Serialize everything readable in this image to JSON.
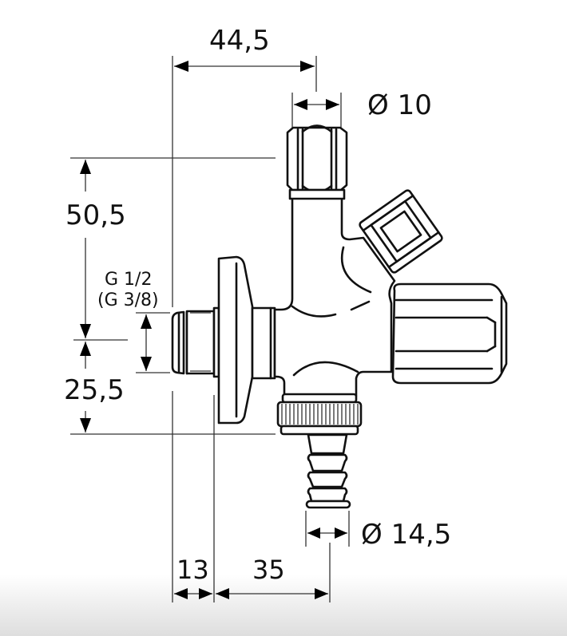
{
  "drawing": {
    "subject": "angle valve with two outlets and hose connector",
    "dimensions": {
      "overall_width_top": "44,5",
      "top_outlet_diameter": "Ø 10",
      "upper_height": "50,5",
      "lower_height": "25,5",
      "thread_label_primary": "G 1/2",
      "thread_label_secondary": "(G 3/8)",
      "thread_length": "13",
      "offset_to_hose": "35",
      "hose_connector_diameter": "Ø 14,5"
    },
    "colors": {
      "line": "#111111",
      "background": "#ffffff"
    }
  }
}
